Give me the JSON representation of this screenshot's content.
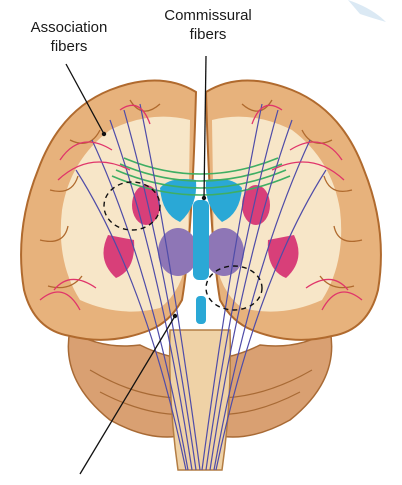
{
  "labels": {
    "association": {
      "line1": "Association",
      "line2": "fibers"
    },
    "commissural": {
      "line1": "Commissural",
      "line2": "fibers"
    }
  },
  "colors": {
    "cortex": "#e7b27c",
    "cortex_dark": "#b06a2e",
    "white_matter": "#f7e6c8",
    "ventricle": "#2aa8d6",
    "basal_ganglia": "#d83f79",
    "thalamus": "#8e76b6",
    "projection_fibers": "#4f4ca8",
    "association_fibers": "#e0356a",
    "commissural_fibers": "#3fae63",
    "cerebellum": "#d9a072"
  }
}
